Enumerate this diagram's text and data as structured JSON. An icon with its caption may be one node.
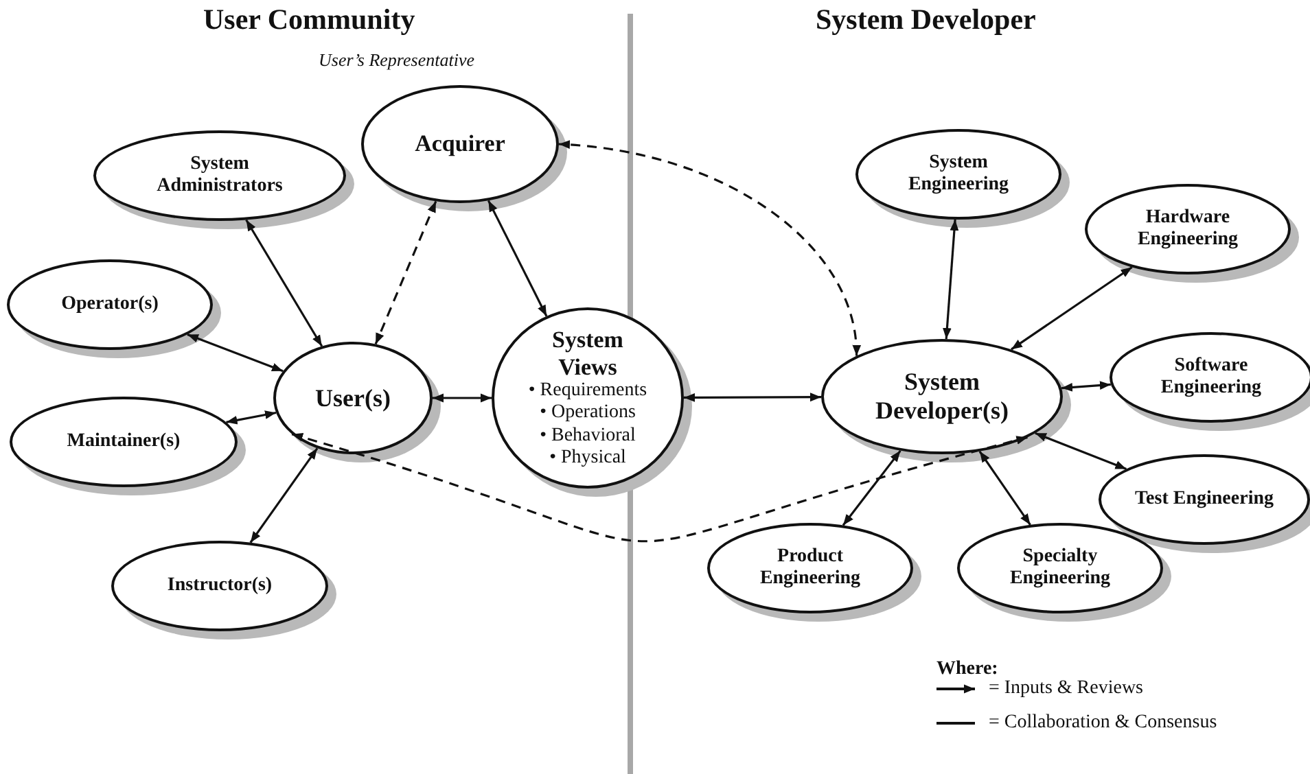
{
  "diagram": {
    "nodes": [
      {
        "text": [
          "Acquirer"
        ],
        "beside": [
          "User’s Representative"
        ]
      },
      {
        "text": [
          "System Administrators"
        ]
      },
      {
        "text": [
          "Operator(s)"
        ]
      },
      {
        "text": [
          "User(s)"
        ]
      },
      {
        "text": [
          "Maintainer(s)"
        ]
      },
      {
        "text": [
          "Instructor(s)"
        ]
      },
      {
        "text": [
          "System Views",
          "• Requirements",
          "• Operations",
          "• Behavioral",
          "• Physical"
        ]
      },
      {
        "text": [
          "System Engineering"
        ]
      },
      {
        "text": [
          "Hardware Engineering"
        ]
      },
      {
        "text": [
          "System Developer(s)"
        ]
      },
      {
        "text": [
          "Software Engineering"
        ]
      },
      {
        "text": [
          "Test Engineering"
        ]
      },
      {
        "text": [
          "Product Engineering"
        ]
      },
      {
        "text": [
          "Specialty Engineering"
        ]
      }
    ],
    "edges": [
      {
        "from": 1,
        "to": 3,
        "arrow": "both"
      },
      {
        "from": 2,
        "to": 3,
        "arrow": "both"
      },
      {
        "from": 4,
        "to": 3,
        "arrow": "both"
      },
      {
        "from": 5,
        "to": 3,
        "arrow": "both"
      },
      {
        "from": 0,
        "to": 3,
        "arrow": "both",
        "style": "dashed"
      },
      {
        "from": 0,
        "to": 6,
        "arrow": "both"
      },
      {
        "from": 3,
        "to": 6,
        "arrow": "both"
      },
      {
        "from": 6,
        "to": 9,
        "arrow": "both"
      },
      {
        "from": 9,
        "to": 0,
        "arrow": "both",
        "style": "dashed"
      },
      {
        "from": 3,
        "to": 9,
        "arrow": "both",
        "style": "dashed"
      },
      {
        "from": 7,
        "to": 9,
        "arrow": "both"
      },
      {
        "from": 8,
        "to": 9,
        "arrow": "both"
      },
      {
        "from": 10,
        "to": 9,
        "arrow": "both"
      },
      {
        "from": 11,
        "to": 9,
        "arrow": "both"
      },
      {
        "from": 12,
        "to": 9,
        "arrow": "both"
      },
      {
        "from": 13,
        "to": 9,
        "arrow": "both"
      }
    ],
    "labels": [
      "User Community",
      "System Developer",
      "Where:"
    ],
    "legend": [
      {
        "text": "= Inputs & Reviews"
      },
      {
        "text": "= Collaboration & Consensus"
      }
    ]
  }
}
